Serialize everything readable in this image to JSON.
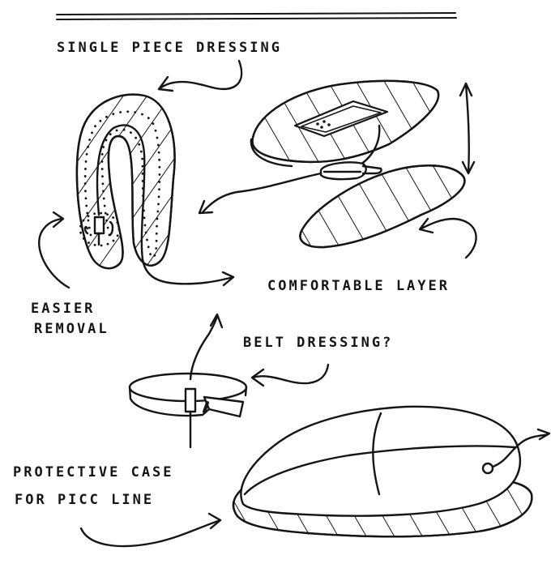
{
  "labels": {
    "single_piece": "SINGLE PIECE DRESSING",
    "comfortable": "COMFORTABLE LAYER",
    "easier_line1": "EASIER",
    "easier_line2": "REMOVAL",
    "belt": "BELT DRESSING?",
    "protective_line1": "PROTECTIVE CASE",
    "protective_line2": "FOR PICC LINE"
  },
  "colors": {
    "ink": "#151515",
    "paper": "#ffffff"
  }
}
